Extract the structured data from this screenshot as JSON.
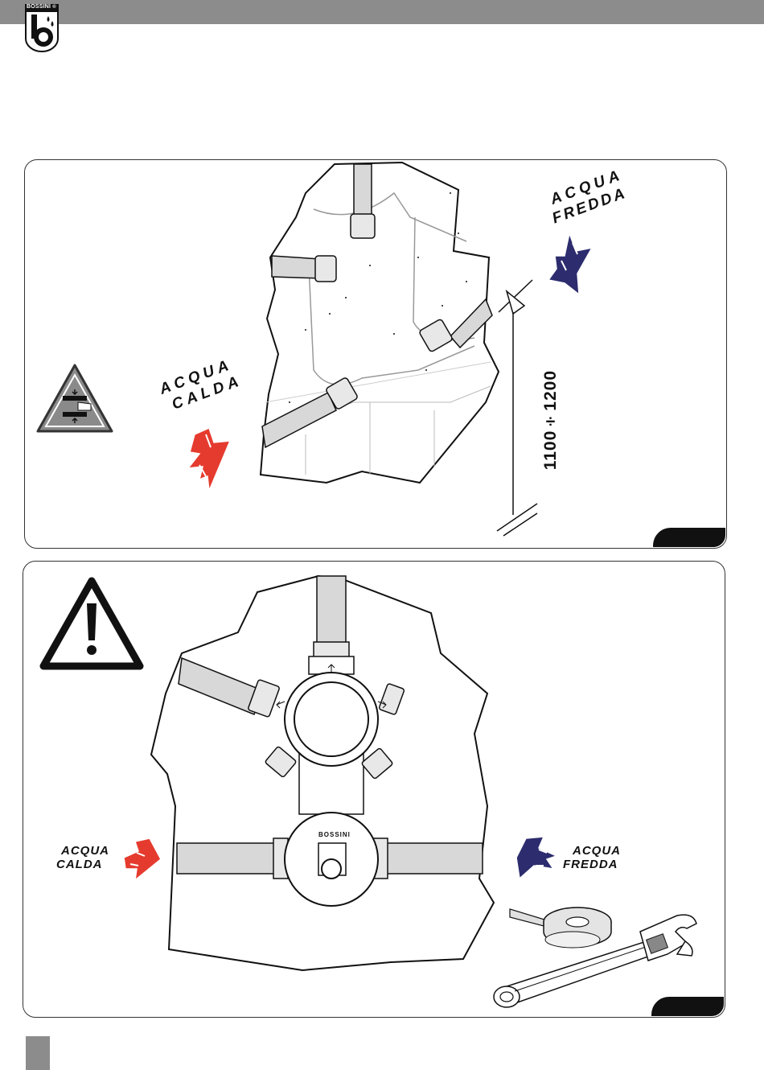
{
  "header": {
    "brand": "BOSSINI",
    "registered": "®"
  },
  "panel1": {
    "hot_water_line1": "ACQUA",
    "hot_water_line2": "CALDA",
    "cold_water_line1": "ACQUA",
    "cold_water_line2": "FREDDA",
    "height_dimension": "1100÷1200"
  },
  "panel2": {
    "hot_water_line1": "ACQUA",
    "hot_water_line2": "CALDA",
    "cold_water_line1": "ACQUA",
    "cold_water_line2": "FREDDA",
    "valve_brand": "BOSSINI"
  },
  "colors": {
    "hot": "#e53b2e",
    "cold": "#2c2c6e",
    "header": "#8c8c8c",
    "pipe": "#d8d8d8"
  }
}
